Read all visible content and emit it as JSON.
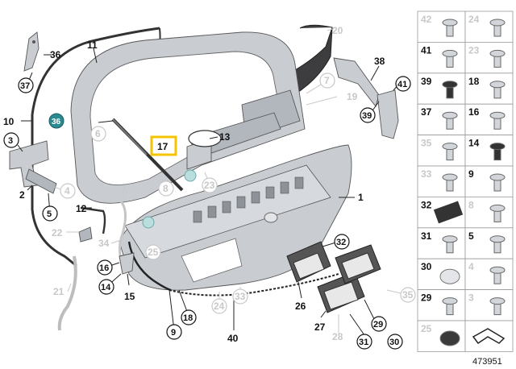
{
  "diagram": {
    "drawing_number": "473951",
    "highlight_color": "#f5c400",
    "highlighted_part": "17",
    "callouts": {
      "c1": "1",
      "c2": "2",
      "c3": "3",
      "c4": "4",
      "c5": "5",
      "c6": "6",
      "c7": "7",
      "c8": "8",
      "c9": "9",
      "c10": "10",
      "c11": "11",
      "c12": "12",
      "c13": "13",
      "c14": "14",
      "c15": "15",
      "c16": "16",
      "c17": "17",
      "c18": "18",
      "c19": "19",
      "c20": "20",
      "c21": "21",
      "c22": "22",
      "c23": "23",
      "c24": "24",
      "c25": "25",
      "c26": "26",
      "c27": "27",
      "c28": "28",
      "c29": "29",
      "c30": "30",
      "c31": "31",
      "c32": "32",
      "c33": "33",
      "c34": "34",
      "c35": "35",
      "c36": "36",
      "c36b": "36",
      "c37": "37",
      "c38": "38",
      "c39": "39",
      "c40": "40",
      "c41": "41"
    },
    "side_panel": [
      {
        "left": "42",
        "right": "24"
      },
      {
        "left": "41",
        "right": "23"
      },
      {
        "left": "39",
        "right": "18"
      },
      {
        "left": "37",
        "right": "16"
      },
      {
        "left": "35",
        "right": "14"
      },
      {
        "left": "33",
        "right": "9"
      },
      {
        "left": "32",
        "right": "8"
      },
      {
        "left": "31",
        "right": "5"
      },
      {
        "left": "30",
        "right": "4"
      },
      {
        "left": "29",
        "right": "3"
      },
      {
        "left": "25",
        "right": ""
      }
    ]
  }
}
